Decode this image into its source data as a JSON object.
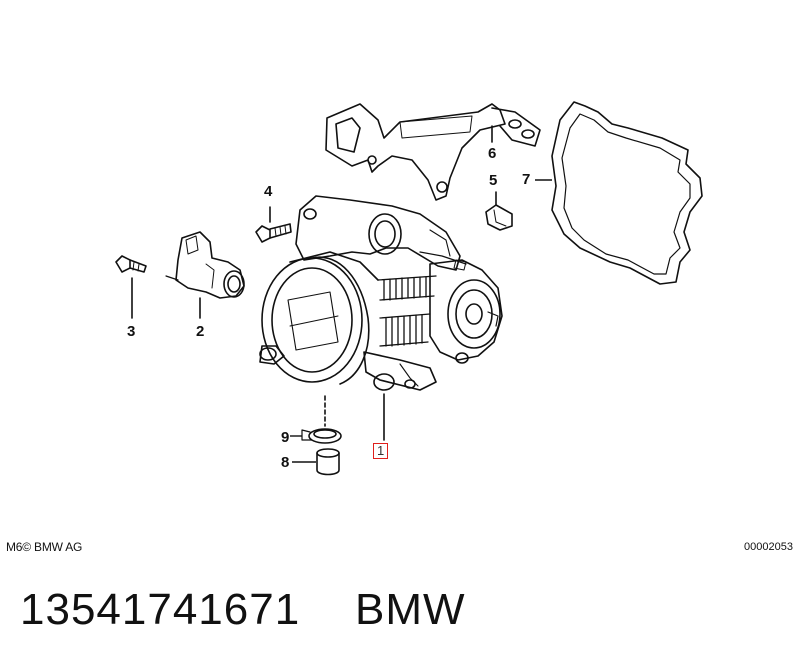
{
  "callouts": {
    "c1": "1",
    "c2": "2",
    "c3": "3",
    "c4": "4",
    "c5": "5",
    "c6": "6",
    "c7": "7",
    "c8": "8",
    "c9": "9"
  },
  "footer": {
    "copyright": "M6© BMW AG",
    "doc_number": "00002053"
  },
  "caption": {
    "part_number": "13541741671",
    "brand": "BMW"
  },
  "colors": {
    "highlight_box": "#e0201c",
    "line": "#111111"
  }
}
